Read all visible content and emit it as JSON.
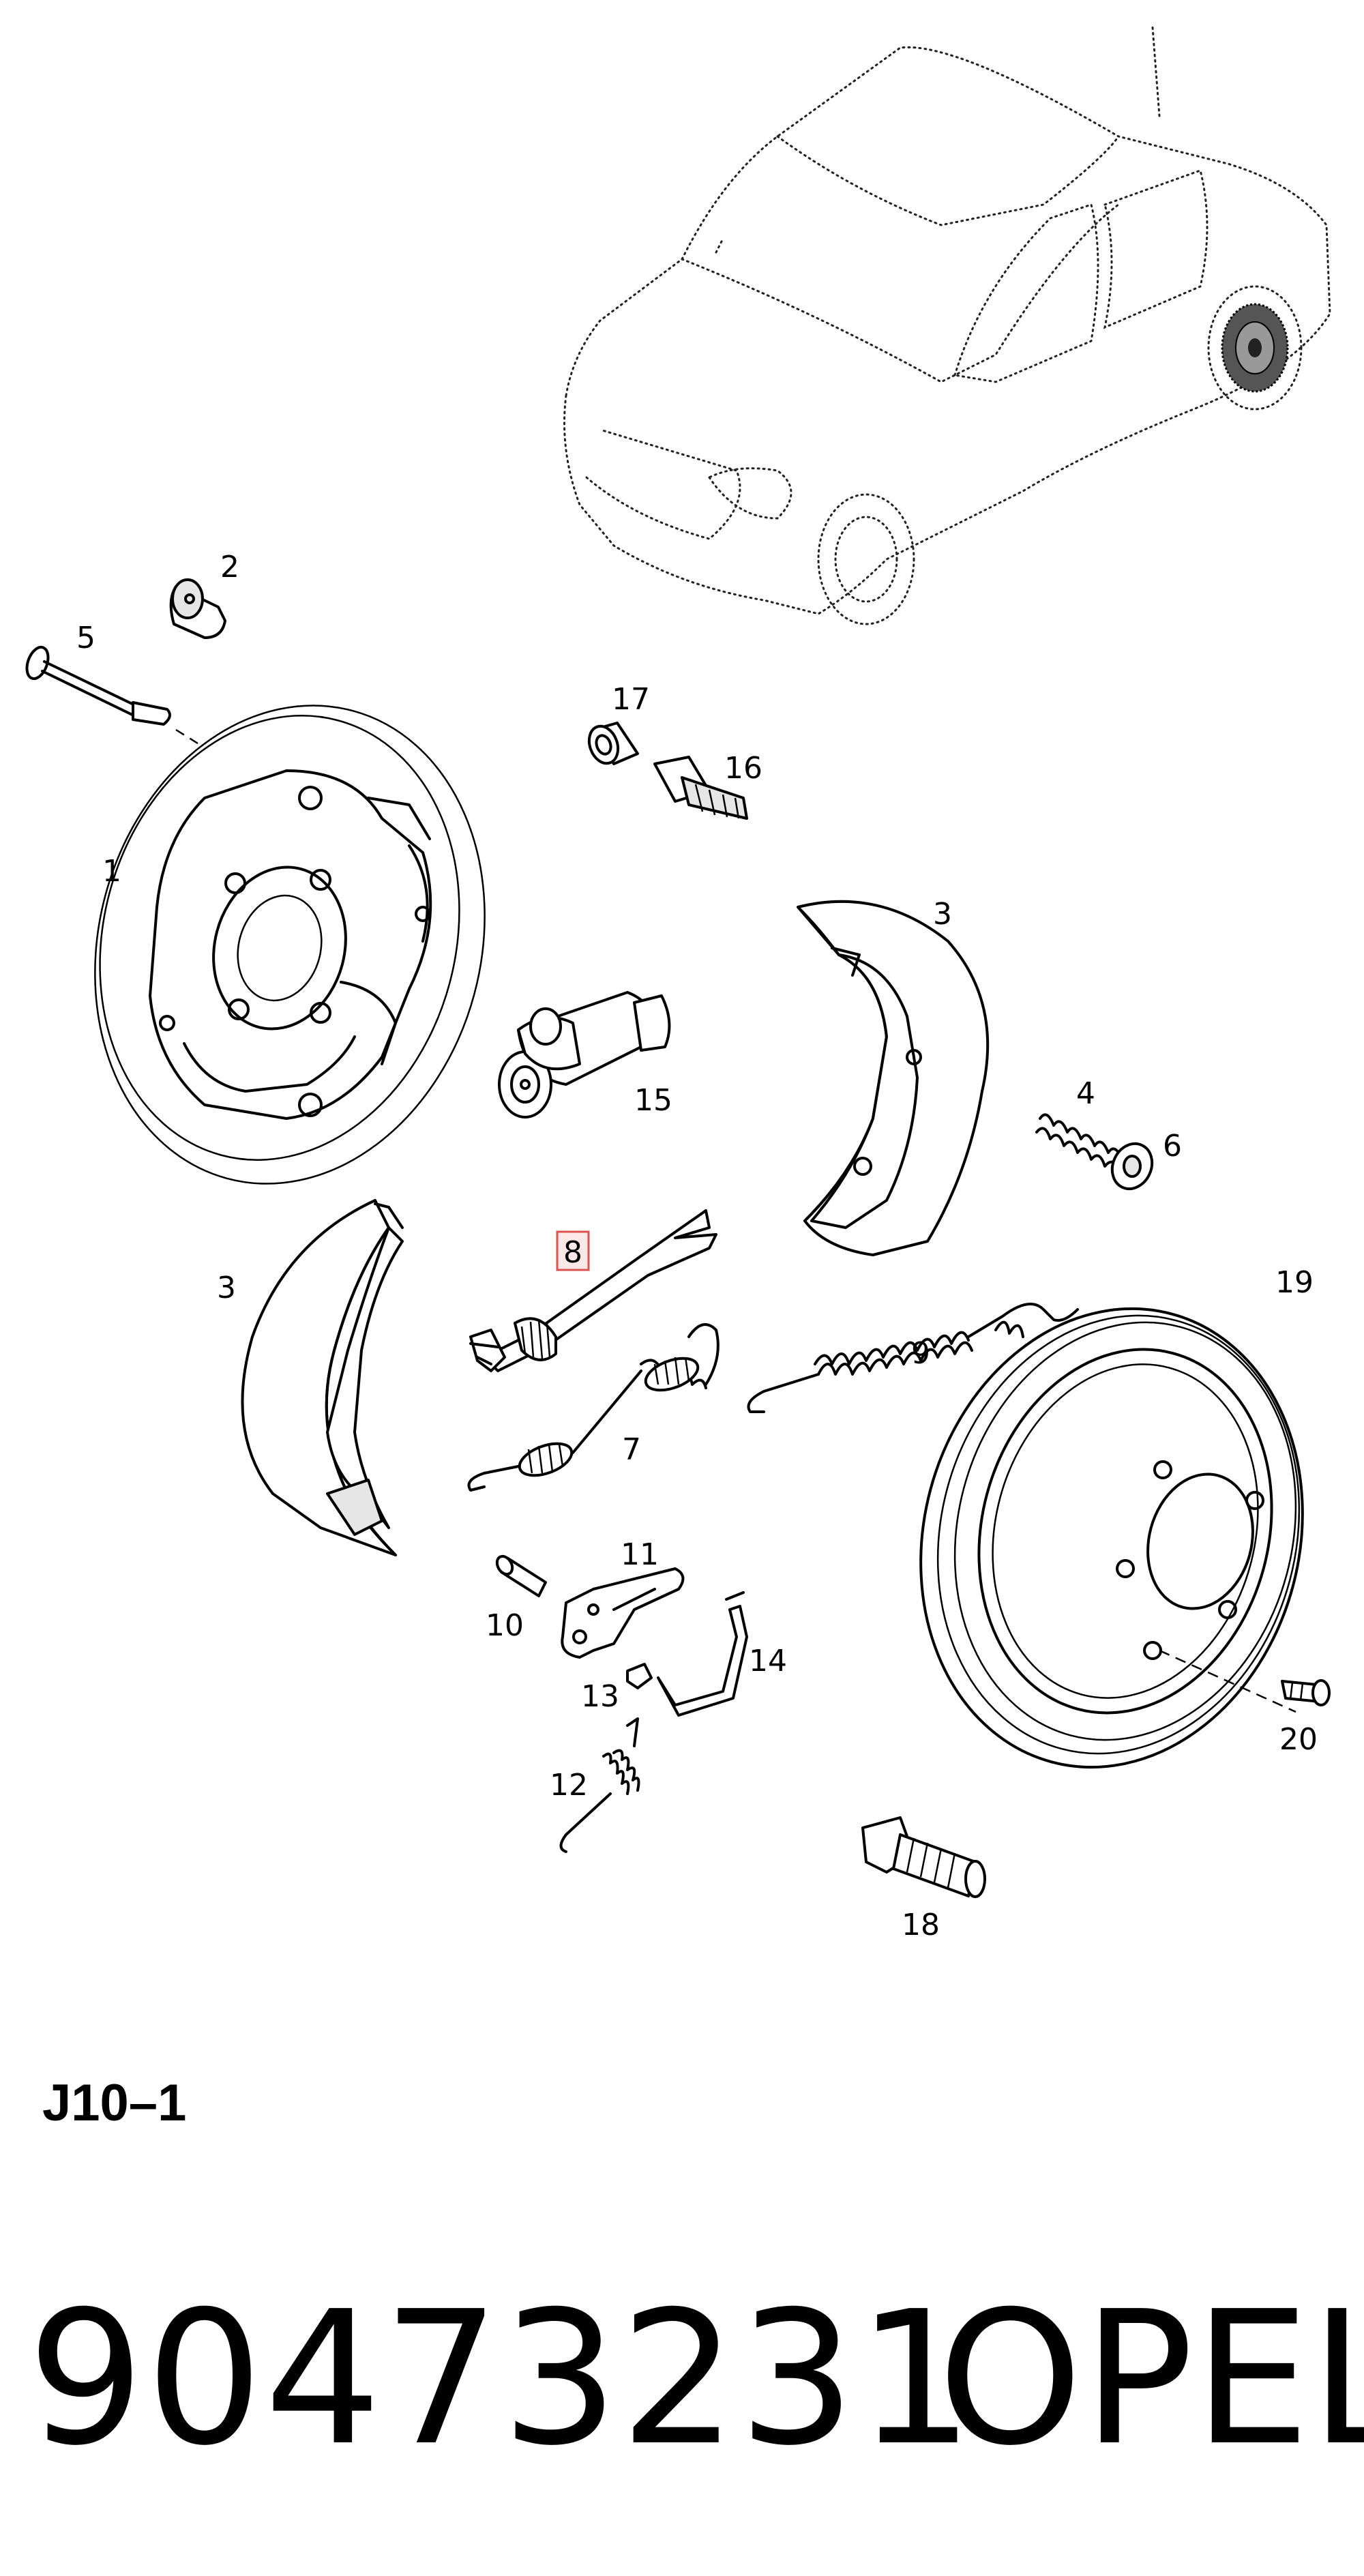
{
  "diagram": {
    "callouts": {
      "c1": "1",
      "c2": "2",
      "c3a": "3",
      "c3b": "3",
      "c4": "4",
      "c5": "5",
      "c6": "6",
      "c7": "7",
      "c8": "8",
      "c9": "9",
      "c10": "10",
      "c11": "11",
      "c12": "12",
      "c13": "13",
      "c14": "14",
      "c15": "15",
      "c16": "16",
      "c17": "17",
      "c18": "18",
      "c19": "19",
      "c20": "20"
    },
    "highlighted_callout": "8",
    "highlight_color": "#d9534f"
  },
  "footer": {
    "page_code": "J10–1",
    "part_number": "90473231",
    "brand": "OPEL"
  }
}
